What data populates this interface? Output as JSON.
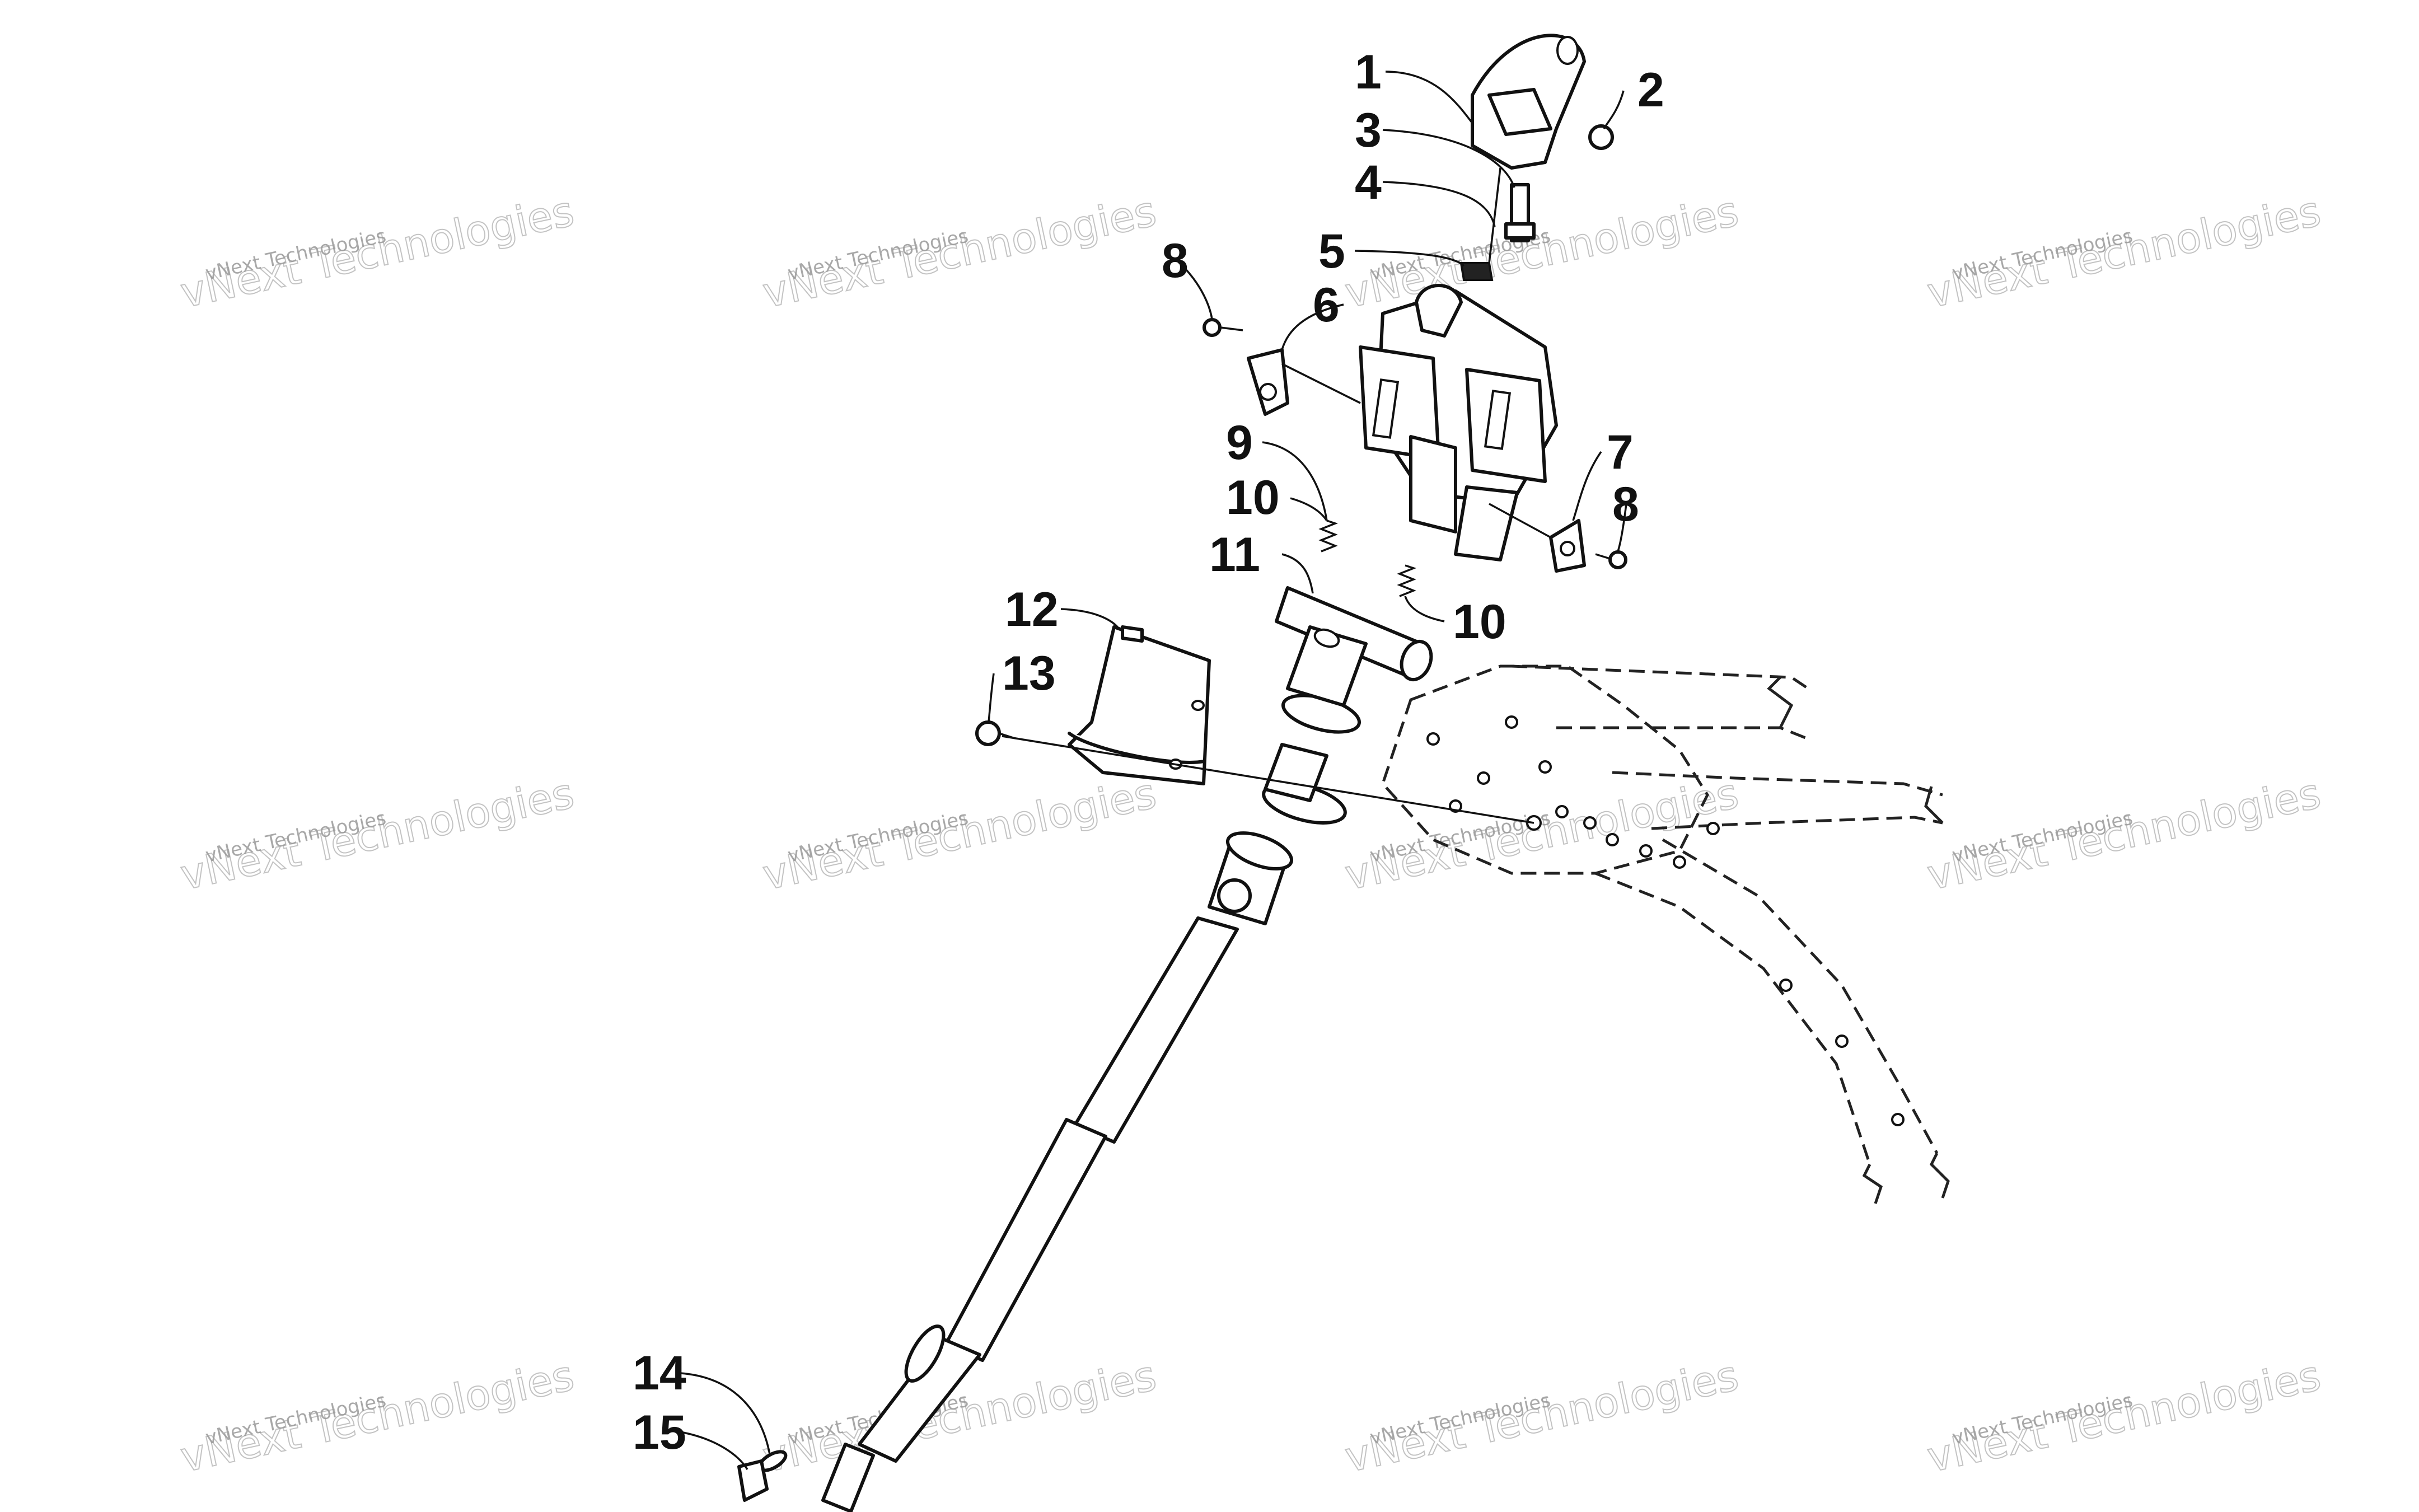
{
  "diagram": {
    "callouts": [
      "1",
      "2",
      "3",
      "4",
      "5",
      "6",
      "7",
      "8",
      "8",
      "9",
      "10",
      "10",
      "11",
      "12",
      "13",
      "14",
      "15"
    ],
    "watermark": {
      "line1": "vNext Technologies",
      "line2": "vNext Technologies"
    }
  }
}
